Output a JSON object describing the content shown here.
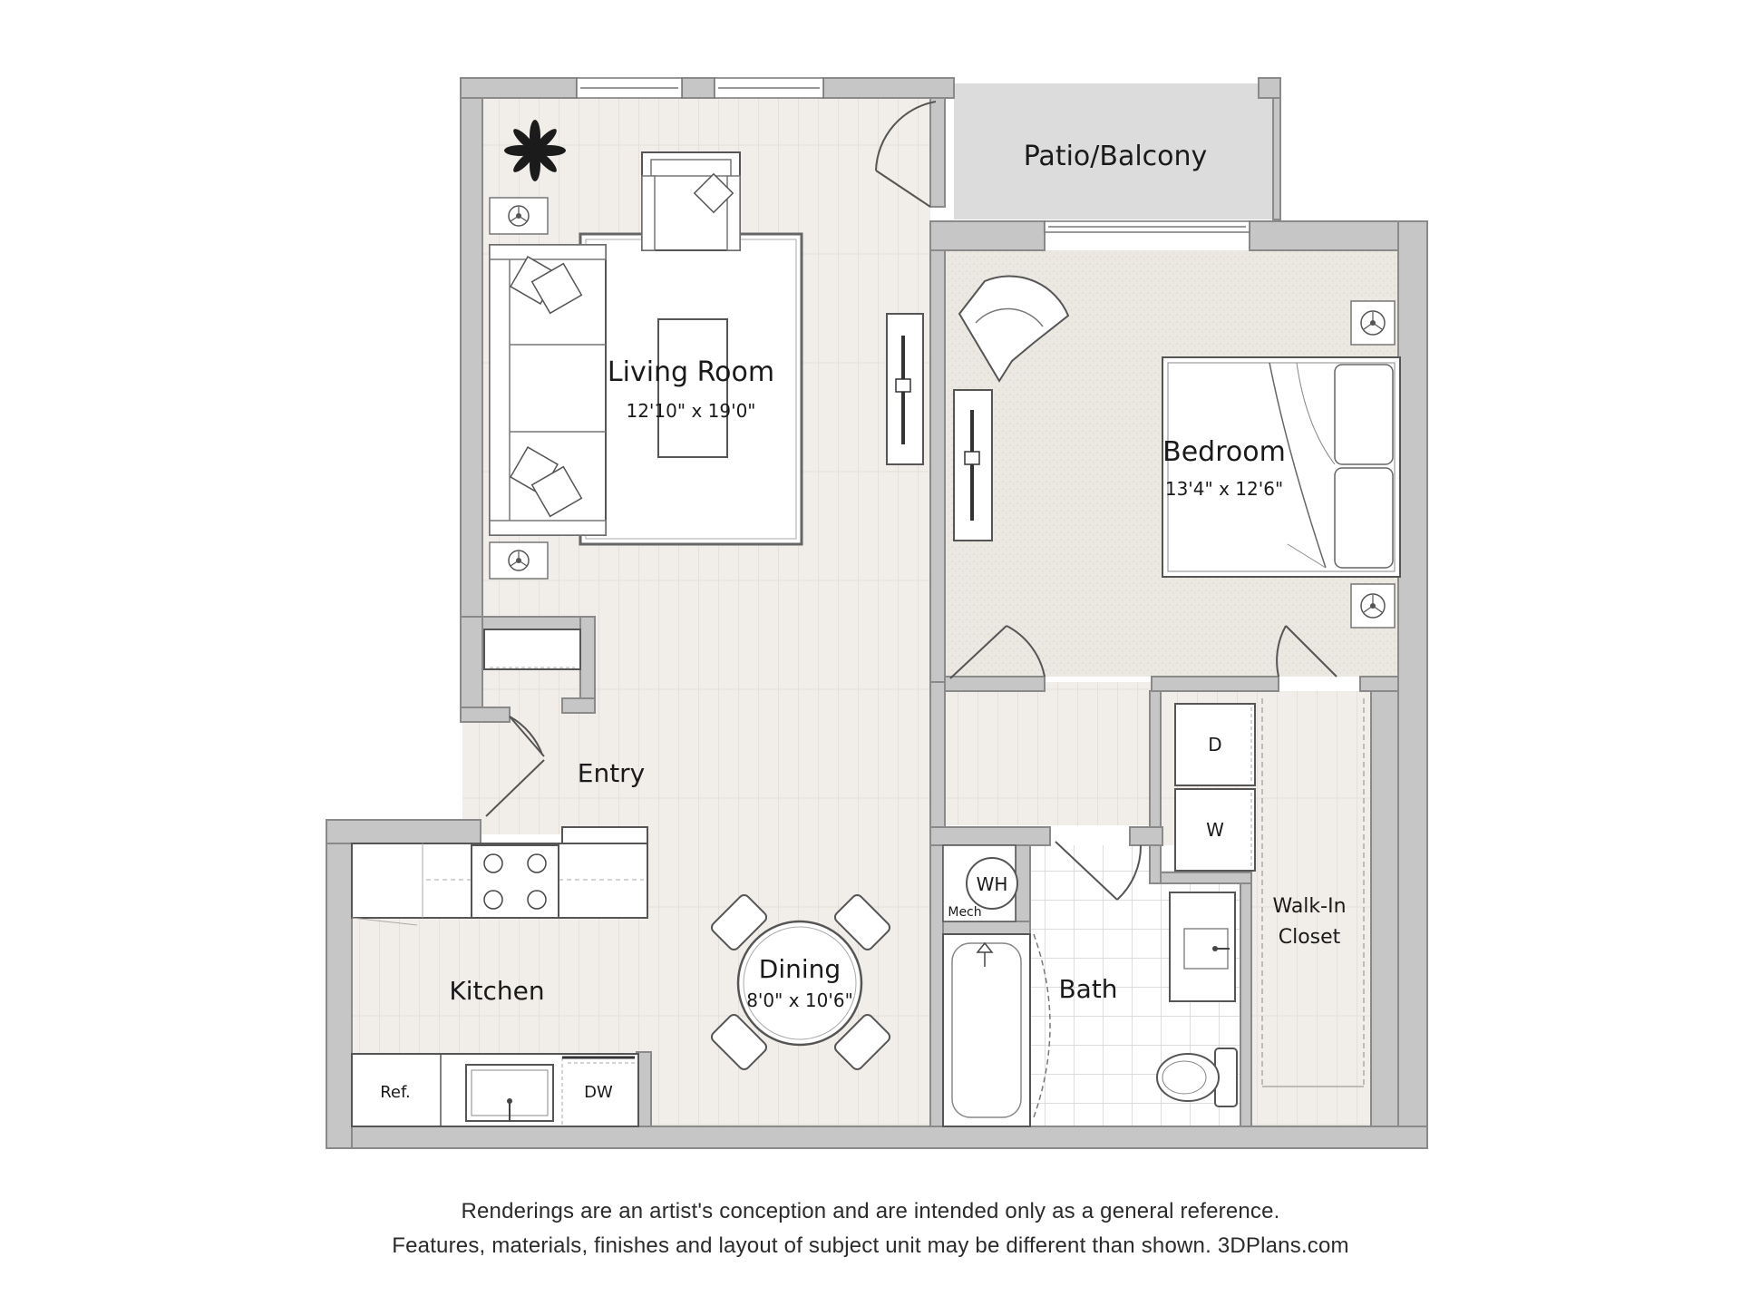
{
  "rooms": {
    "patio": {
      "name": "Patio/Balcony"
    },
    "living": {
      "name": "Living Room",
      "dims": "12'10\" x 19'0\""
    },
    "bedroom": {
      "name": "Bedroom",
      "dims": "13'4\" x 12'6\""
    },
    "entry": {
      "name": "Entry"
    },
    "kitchen": {
      "name": "Kitchen"
    },
    "dining": {
      "name": "Dining",
      "dims": "8'0\" x 10'6\""
    },
    "bath": {
      "name": "Bath"
    },
    "closet": {
      "name_line1": "Walk-In",
      "name_line2": "Closet"
    }
  },
  "fixtures": {
    "dryer": "D",
    "washer": "W",
    "water_heater": "WH",
    "mech": "Mech",
    "refrigerator": "Ref.",
    "dishwasher": "DW"
  },
  "disclaimer": {
    "line1": "Renderings are an artist's conception and are intended only as a general reference.",
    "line2": "Features, materials, finishes and layout of subject unit may be different than shown. 3DPlans.com"
  },
  "colors": {
    "wall": "#c6c6c6",
    "wood_floor": "#f1eeea",
    "carpet": "#ebe7e1",
    "tile": "#ffffff",
    "patio": "#dcdcdc",
    "line": "#555555"
  },
  "icons": [
    "plant-icon",
    "lamp-icon",
    "armchair-icon",
    "sofa-icon",
    "coffee-table-icon",
    "tv-stand-icon",
    "bed-icon",
    "desk-icon",
    "stove-icon",
    "sink-icon",
    "bathtub-icon",
    "toilet-icon",
    "door-swing-icon",
    "window-icon",
    "dining-table-icon"
  ]
}
